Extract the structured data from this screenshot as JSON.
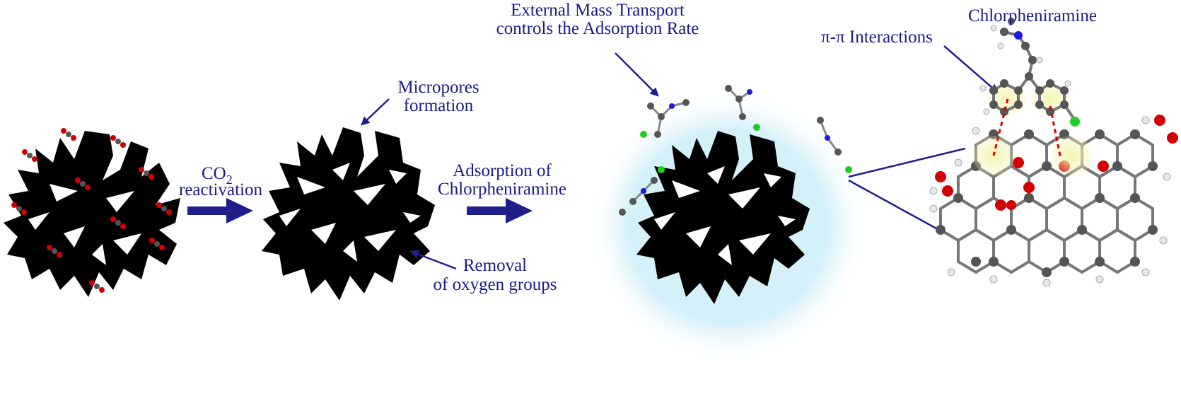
{
  "labels": {
    "co2_reactivation": {
      "line1_main": "CO",
      "line1_sub": "2",
      "line2": "reactivation"
    },
    "micropores": {
      "line1": "Micropores",
      "line2": "formation"
    },
    "removal": {
      "line1": "Removal",
      "line2": "of oxygen groups"
    },
    "adsorption": {
      "line1": "Adsorption of",
      "line2": "Chlorpheniramine"
    },
    "external_mass": {
      "line1": "External Mass Transport",
      "line2": "controls the Adsorption Rate"
    },
    "pi_pi": "π-π Interactions",
    "chlorpheniramine": "Chlorpheniramine"
  },
  "colors": {
    "label_text": "#1a1a8c",
    "arrow": "#1f1f8c",
    "particle": "#000000",
    "glow": "#cfeef8",
    "oxygen_atom": "#d40000",
    "carbon_atom": "#555555",
    "hydrogen_atom": "#e8e8e8",
    "nitrogen_atom": "#1a1ae0",
    "chlorine_atom": "#22cc22",
    "pi_highlight": "#f0f0a0",
    "pi_dash": "#e00000"
  }
}
